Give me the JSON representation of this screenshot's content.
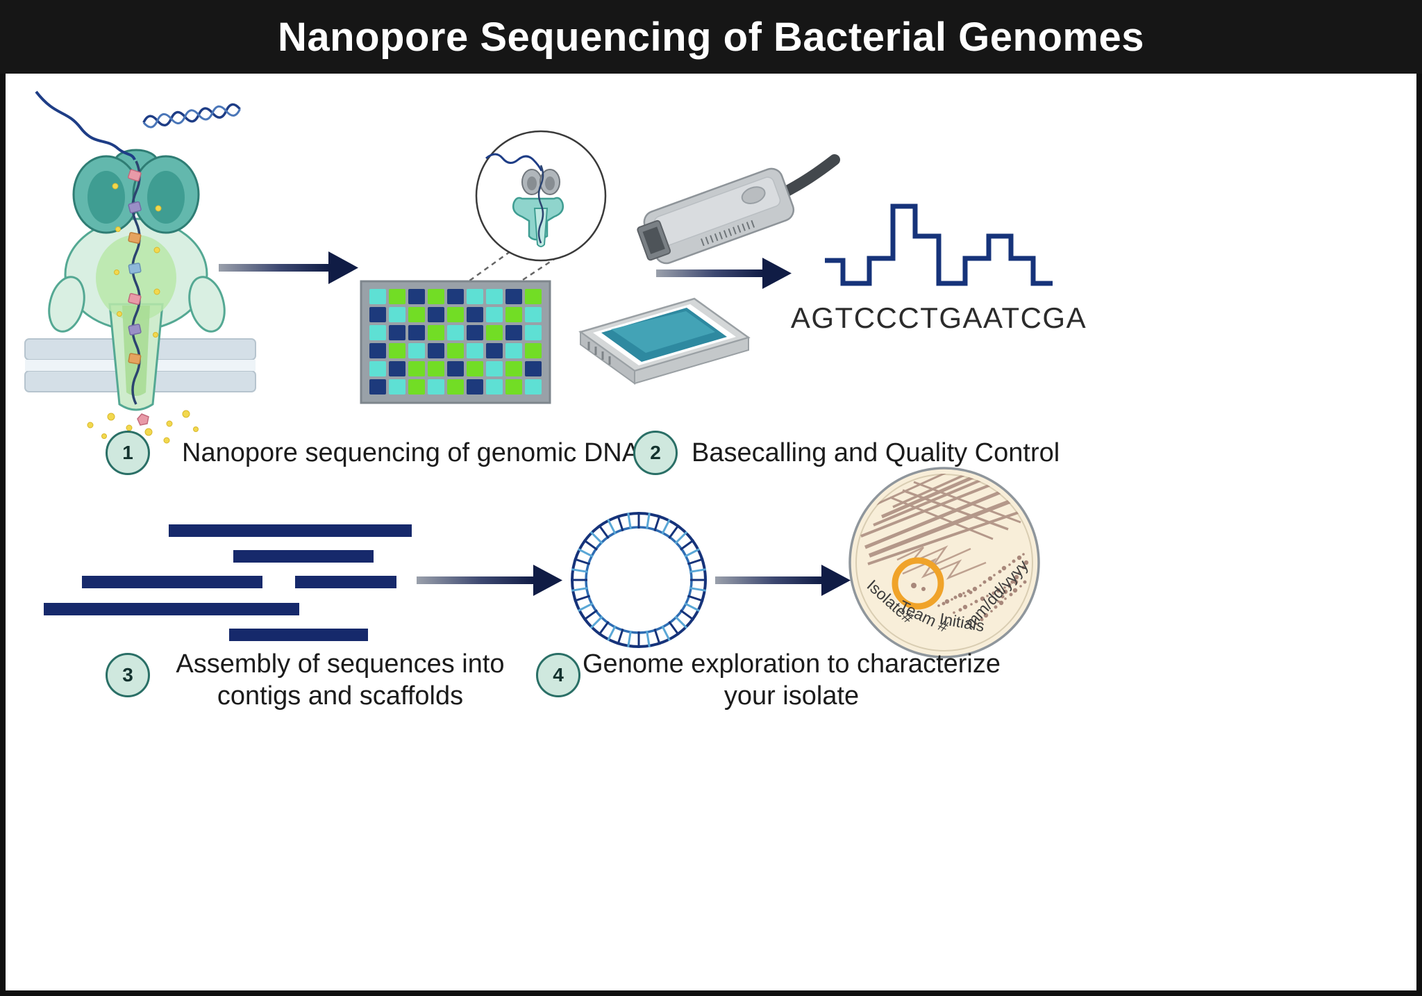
{
  "header": {
    "title": "Nanopore Sequencing of Bacterial Genomes"
  },
  "basecall": {
    "sequence": "AGTCCCTGAATCGA"
  },
  "steps": [
    {
      "number": "1",
      "label": "Nanopore sequencing of genomic DNA"
    },
    {
      "number": "2",
      "label": "Basecalling and Quality Control"
    },
    {
      "number": "3",
      "label": "Assembly of sequences into contigs and scaffolds"
    },
    {
      "number": "4",
      "label": "Genome exploration to characterize your isolate"
    }
  ],
  "petri": {
    "labels": [
      "Isolate#",
      "Team #",
      "Initials",
      "mm/dd/yyyy"
    ]
  },
  "flowcell": {
    "palette": {
      "N": "#1d3a7c",
      "G": "#72dd25",
      "C": "#5ee0d4"
    },
    "grid": [
      [
        "C",
        "G",
        "N",
        "G",
        "N",
        "C",
        "C",
        "N",
        "G"
      ],
      [
        "N",
        "C",
        "G",
        "N",
        "G",
        "N",
        "C",
        "G",
        "C"
      ],
      [
        "C",
        "N",
        "N",
        "G",
        "C",
        "N",
        "G",
        "N",
        "C"
      ],
      [
        "N",
        "G",
        "C",
        "N",
        "G",
        "C",
        "N",
        "C",
        "G"
      ],
      [
        "C",
        "N",
        "G",
        "G",
        "N",
        "G",
        "C",
        "G",
        "N"
      ],
      [
        "N",
        "C",
        "G",
        "C",
        "G",
        "N",
        "C",
        "G",
        "C"
      ]
    ]
  },
  "colors": {
    "header_bg": "#161616",
    "accent_navy": "#16296b",
    "signal_navy": "#16337a",
    "badge_fill": "#cfe8de",
    "badge_border": "#2a6f66",
    "protein_teal": "#63b8ad",
    "protein_body_green": "#d9efe2",
    "petri_cream": "#f8eed9",
    "streak_brown": "#a8897c",
    "highlight_orange": "#f0a329"
  }
}
